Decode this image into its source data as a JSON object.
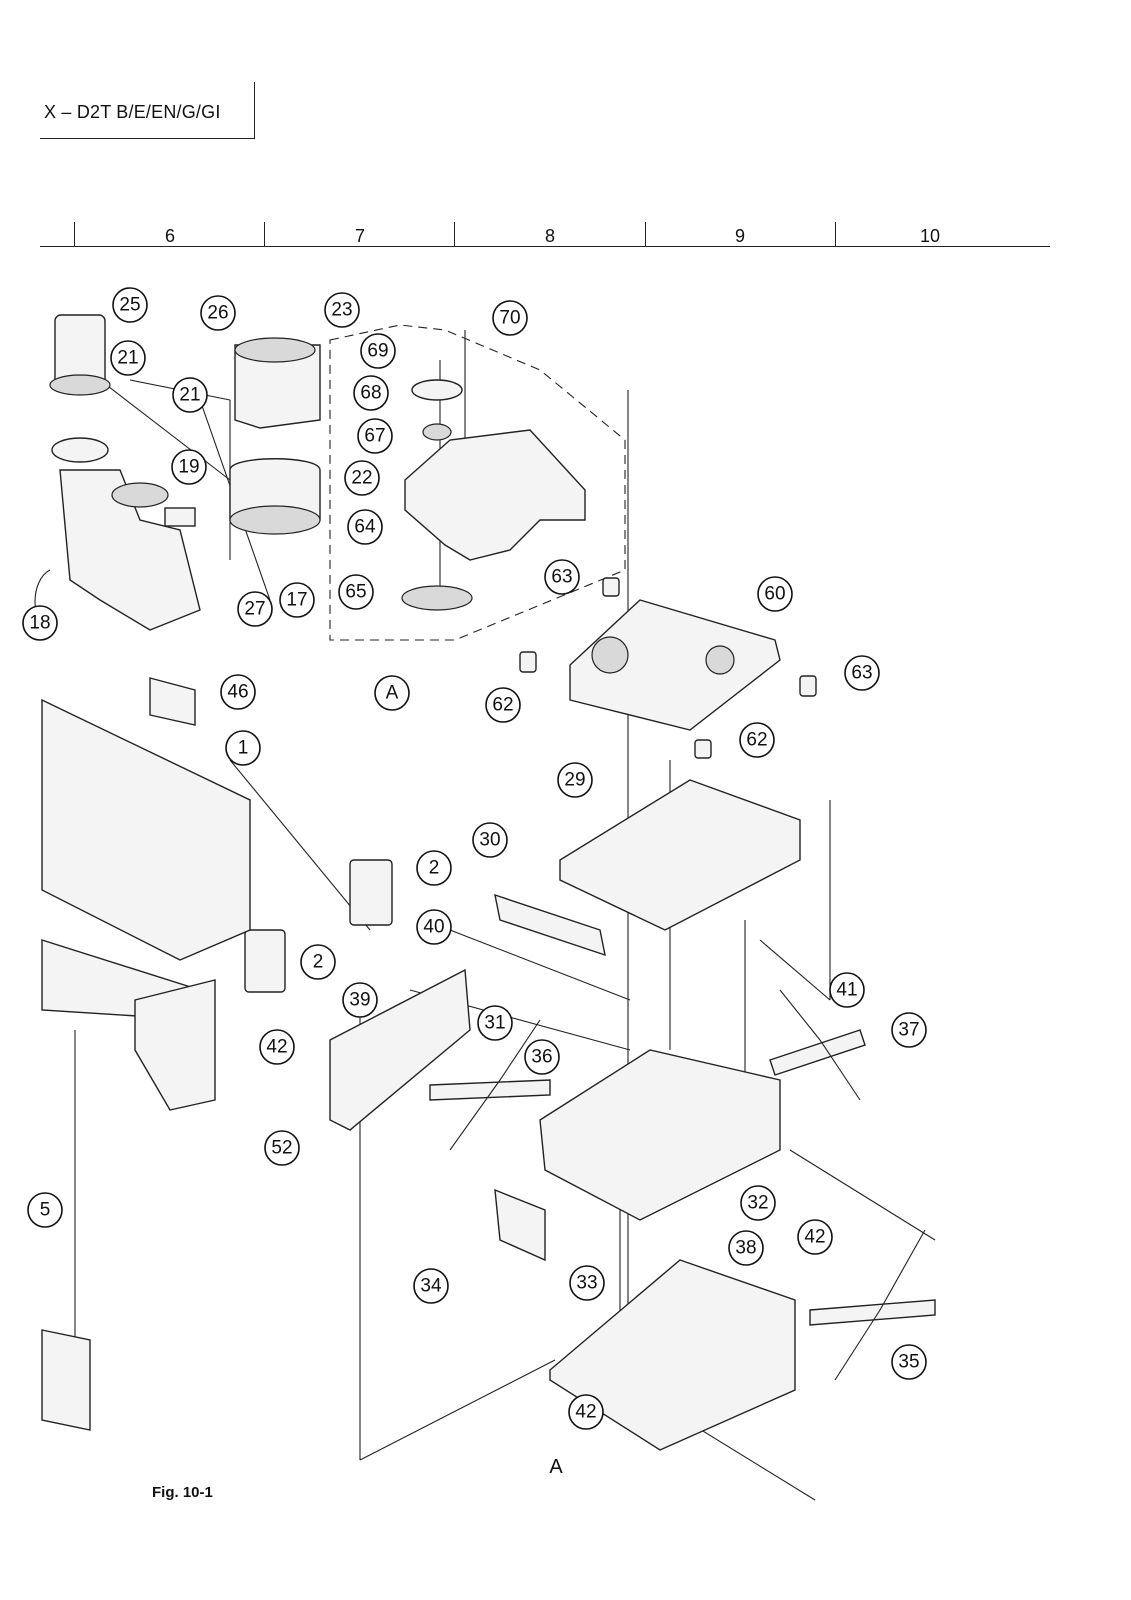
{
  "header": {
    "model": "X – D2T B/E/EN/G/GI"
  },
  "ruler": {
    "columns": [
      "6",
      "7",
      "8",
      "9",
      "10"
    ]
  },
  "callouts": [
    "25",
    "26",
    "23",
    "70",
    "21",
    "21",
    "69",
    "68",
    "67",
    "19",
    "22",
    "64",
    "18",
    "17",
    "27",
    "65",
    "63",
    "60",
    "62",
    "63",
    "62",
    "46",
    "1",
    "29",
    "30",
    "2",
    "2",
    "40",
    "41",
    "37",
    "39",
    "31",
    "42",
    "36",
    "52",
    "32",
    "5",
    "33",
    "34",
    "38",
    "42",
    "35",
    "42"
  ],
  "assembly_refs": [
    "A",
    "A"
  ],
  "figure": {
    "caption": "Fig. 10-1"
  }
}
